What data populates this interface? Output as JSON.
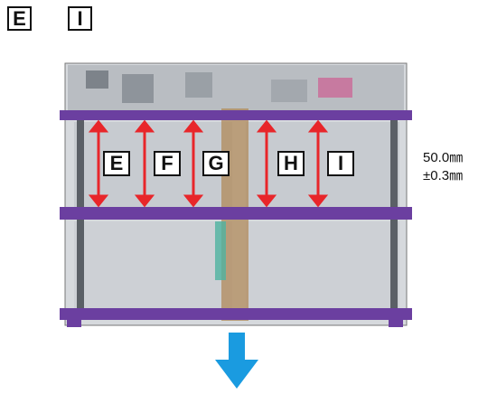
{
  "header_labels": [
    "E",
    "I"
  ],
  "gap_labels": [
    "E",
    "F",
    "G",
    "H",
    "I"
  ],
  "spec": {
    "nominal": "50.0㎜",
    "tolerance": "±0.3㎜"
  },
  "colors": {
    "frame": "#6b3fa0",
    "arrow": "#e8262a",
    "flow_arrow": "#1a9be0"
  }
}
